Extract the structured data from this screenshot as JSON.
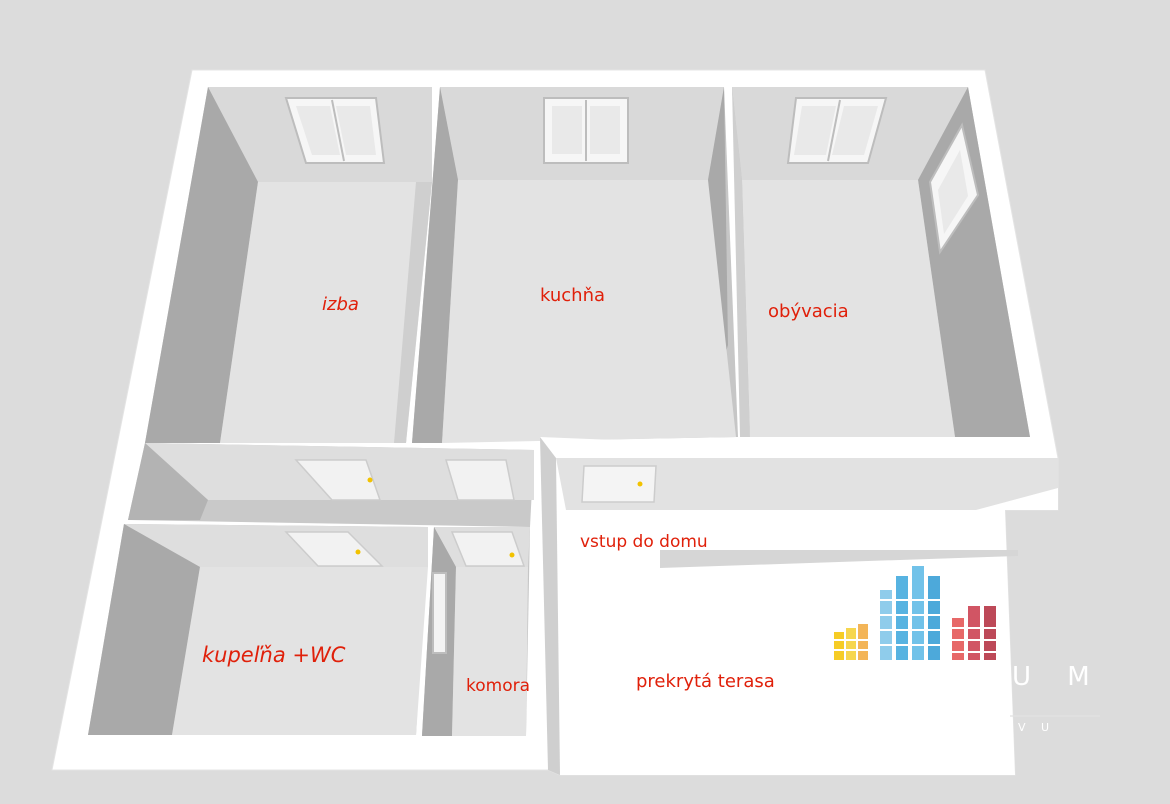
{
  "rooms": {
    "izba": "izba",
    "kuchna": "kuchňa",
    "obyvacia": "obývacia",
    "vstup": "vstup do domu",
    "kupelna": "kupeľňa +WC",
    "komora": "komora",
    "terasa": "prekrytá terasa"
  },
  "watermark": {
    "letters": "U M",
    "sub": "V U"
  },
  "colors": {
    "background": "#dcdcdc",
    "wall_top": "#ffffff",
    "wall_side": "#a9a9a9",
    "floor": "#e0e0e0",
    "label": "#e0200a"
  }
}
